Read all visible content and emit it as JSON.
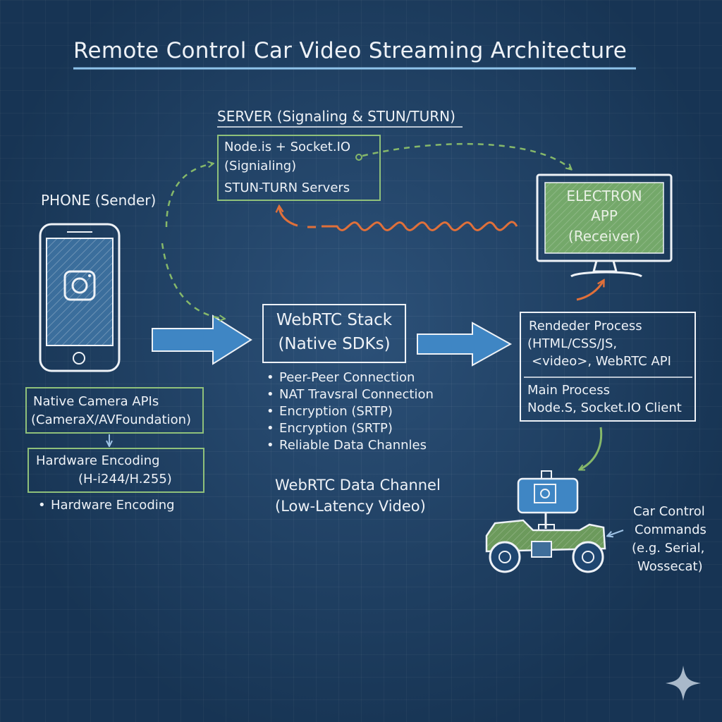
{
  "title": "Remote Control Car Video Streaming Architecture",
  "server": {
    "heading": "SERVER (Signaling & STUN/TURN)",
    "line1": "Node.is + Socket.IO",
    "line2": "(Signialing)",
    "line3": "STUN-TURN Servers"
  },
  "phone": {
    "heading": "PHONE (Sender)",
    "camera_line1": "Native Camera APIs",
    "camera_line2": "(CameraX/AVFoundation)",
    "encoding_line1": "Hardware Encoding",
    "encoding_line2": "(H-i244/H.255)",
    "bullet": "Hardware Encoding"
  },
  "webrtc": {
    "line1": "WebRTC Stack",
    "line2": "(Native SDKs)",
    "bullets": [
      "Peer-Peer Connection",
      "NAT Travsral Connection",
      "Encryption (SRTP)",
      "Encryption (SRTP)",
      "Reliable Data Channles"
    ],
    "channel_line1": "WebRTC Data Channel",
    "channel_line2": "(Low-Latency Video)"
  },
  "electron": {
    "line1": "ELECTRON",
    "line2": "APP",
    "line3": "(Receiver)"
  },
  "renderer": {
    "line1": "Rendeder Process",
    "line2": "(HTML/CSS/JS,",
    "line3": "<video>, WebRTC API",
    "line4": "Main Process",
    "line5": "Node.S, Socket.IO Client"
  },
  "car": {
    "line1": "Car Control",
    "line2": "Commands",
    "line3": "(e.g. Serial,",
    "line4": "Wossecat)"
  },
  "colors": {
    "background": "#1f4670",
    "chalk": "#eef2f7",
    "box_outline": "#8fc07a",
    "blue_arrow": "#3f86c4",
    "orange_signal": "#e0703a",
    "green_dash": "#86b86a",
    "screen_fill": "#74a86a"
  }
}
